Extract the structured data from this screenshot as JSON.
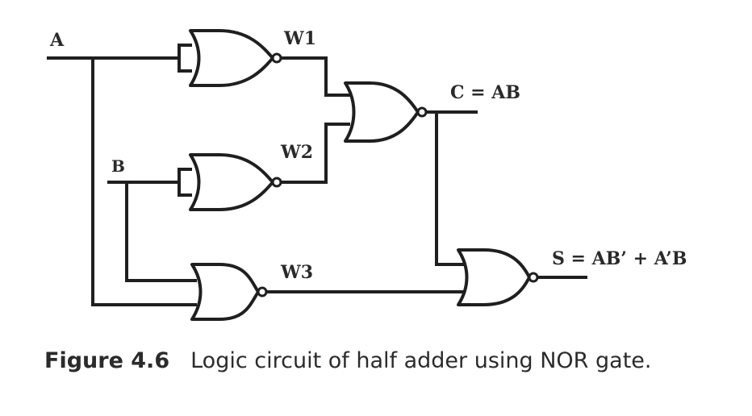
{
  "diagram": {
    "labels": {
      "input_a": "A",
      "input_b": "B",
      "wire_w1": "W1",
      "wire_w2": "W2",
      "wire_w3": "W3",
      "carry": "C = AB",
      "sum": "S = AB’ + A’B"
    },
    "gates": [
      {
        "id": "G1",
        "type": "NOR",
        "inputs": [
          "A",
          "A"
        ],
        "output": "W1"
      },
      {
        "id": "G2",
        "type": "NOR",
        "inputs": [
          "B",
          "B"
        ],
        "output": "W2"
      },
      {
        "id": "G3",
        "type": "NOR",
        "inputs": [
          "W1",
          "W2"
        ],
        "output": "C"
      },
      {
        "id": "G4",
        "type": "NOR",
        "inputs": [
          "A",
          "B"
        ],
        "output": "W3"
      },
      {
        "id": "G5",
        "type": "NOR",
        "inputs": [
          "C",
          "W3"
        ],
        "output": "S"
      }
    ]
  },
  "caption": {
    "figure_number": "Figure 4.6",
    "text": "Logic circuit of half adder using NOR gate."
  }
}
